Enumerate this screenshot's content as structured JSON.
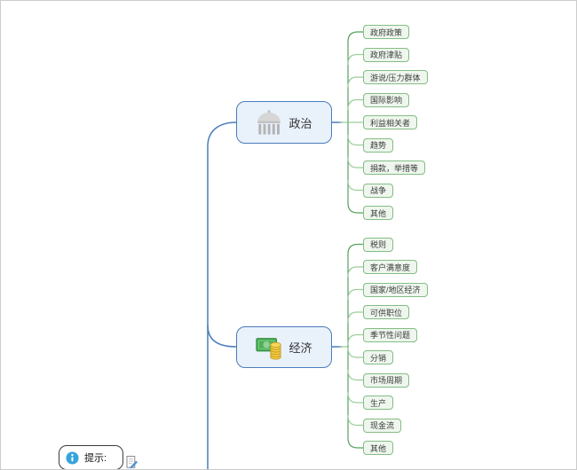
{
  "app": {
    "type": "mind-map"
  },
  "diagram": {
    "branches": [
      {
        "id": "politics",
        "label": "政治",
        "icon": "government-building-icon",
        "children": [
          "政府政策",
          "政府津贴",
          "游说/压力群体",
          "国际影响",
          "利益相关者",
          "趋势",
          "捐款，举措等",
          "战争",
          "其他"
        ]
      },
      {
        "id": "economy",
        "label": "经济",
        "icon": "banknote-coins-icon",
        "children": [
          "税则",
          "客户满意度",
          "国家/地区经济",
          "可供职位",
          "季节性问题",
          "分销",
          "市场周期",
          "生产",
          "现金流",
          "其他"
        ]
      }
    ],
    "hint": {
      "label": "提示:",
      "icon": "info-icon",
      "marker": "notes-icon"
    }
  },
  "colors": {
    "main_topic_fill": "#e9f1fb",
    "main_topic_border": "#4a7dbb",
    "subtopic_fill": "#eef6ee",
    "subtopic_border": "#84bd84",
    "branch_line_blue": "#4a7dbb",
    "branch_line_green": "#55a05f",
    "elbow_line_green": "#9ccd9c",
    "info_icon_blue": "#35a3dc"
  }
}
